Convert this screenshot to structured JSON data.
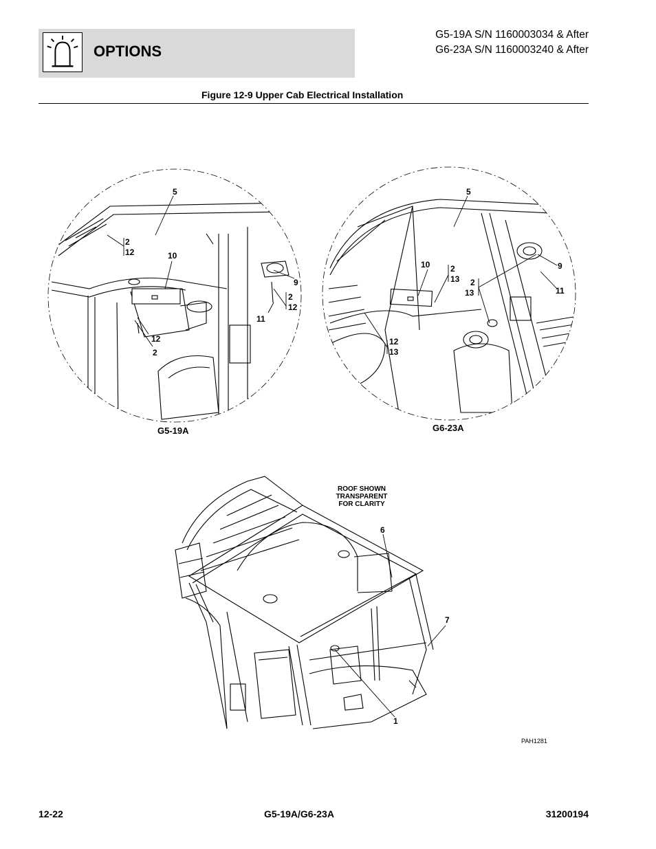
{
  "header": {
    "section_title": "OPTIONS",
    "serial_line_1": "G5-19A S/N 1160003034 & After",
    "serial_line_2": "G6-23A S/N 1160003240 & After",
    "icon": "beacon-light-icon"
  },
  "figure": {
    "title": "Figure 12-9 Upper Cab Electrical Installation",
    "left_view": {
      "label": "G5-19A",
      "callouts": {
        "c5": "5",
        "c2a": "2",
        "c12a": "12",
        "c10": "10",
        "c9": "9",
        "c2b": "2",
        "c12b": "12",
        "c11": "11",
        "c12c": "12",
        "c2c": "2"
      }
    },
    "right_view": {
      "label": "G6-23A",
      "callouts": {
        "c5": "5",
        "c10": "10",
        "c2a": "2",
        "c13a": "13",
        "c2b": "2",
        "c13b": "13",
        "c9": "9",
        "c11": "11",
        "c12": "12",
        "c13c": "13"
      }
    },
    "bottom_view": {
      "note_line_1": "ROOF SHOWN",
      "note_line_2": "TRANSPARENT",
      "note_line_3": "FOR CLARITY",
      "callouts": {
        "c6": "6",
        "c7": "7",
        "c1": "1"
      }
    },
    "drawing_id": "PAH1281"
  },
  "footer": {
    "page_number": "12-22",
    "model": "G5-19A/G6-23A",
    "doc_number": "31200194"
  }
}
